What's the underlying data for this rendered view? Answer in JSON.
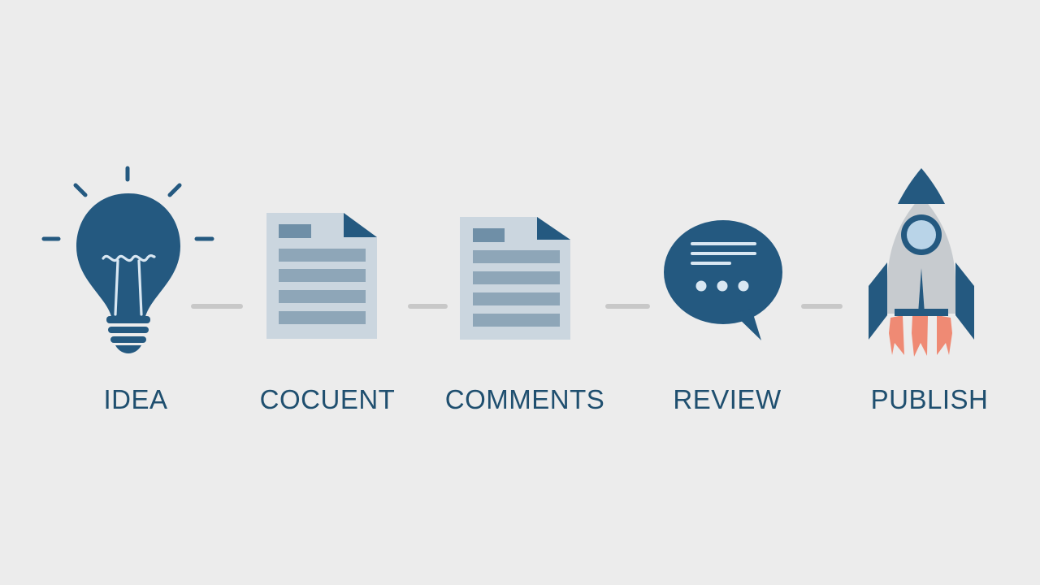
{
  "colors": {
    "background": "#ececec",
    "primary": "#245980",
    "label_text": "#1f4f6f",
    "document_fill": "#cbd6df",
    "document_bar": "#8ea6b8",
    "document_header_bar": "#6f8fa7",
    "connector": "#c8c8c8",
    "rocket_body": "#c7cbcf",
    "rocket_window": "#b9d4e8",
    "flame": "#ef8a74"
  },
  "steps": [
    {
      "label": "IDEA",
      "icon": "lightbulb-icon"
    },
    {
      "label": "COCUENT",
      "icon": "document-icon"
    },
    {
      "label": "COMMENTS",
      "icon": "document-icon"
    },
    {
      "label": "REVIEW",
      "icon": "speech-bubble-icon"
    },
    {
      "label": "PUBLISH",
      "icon": "rocket-icon"
    }
  ]
}
